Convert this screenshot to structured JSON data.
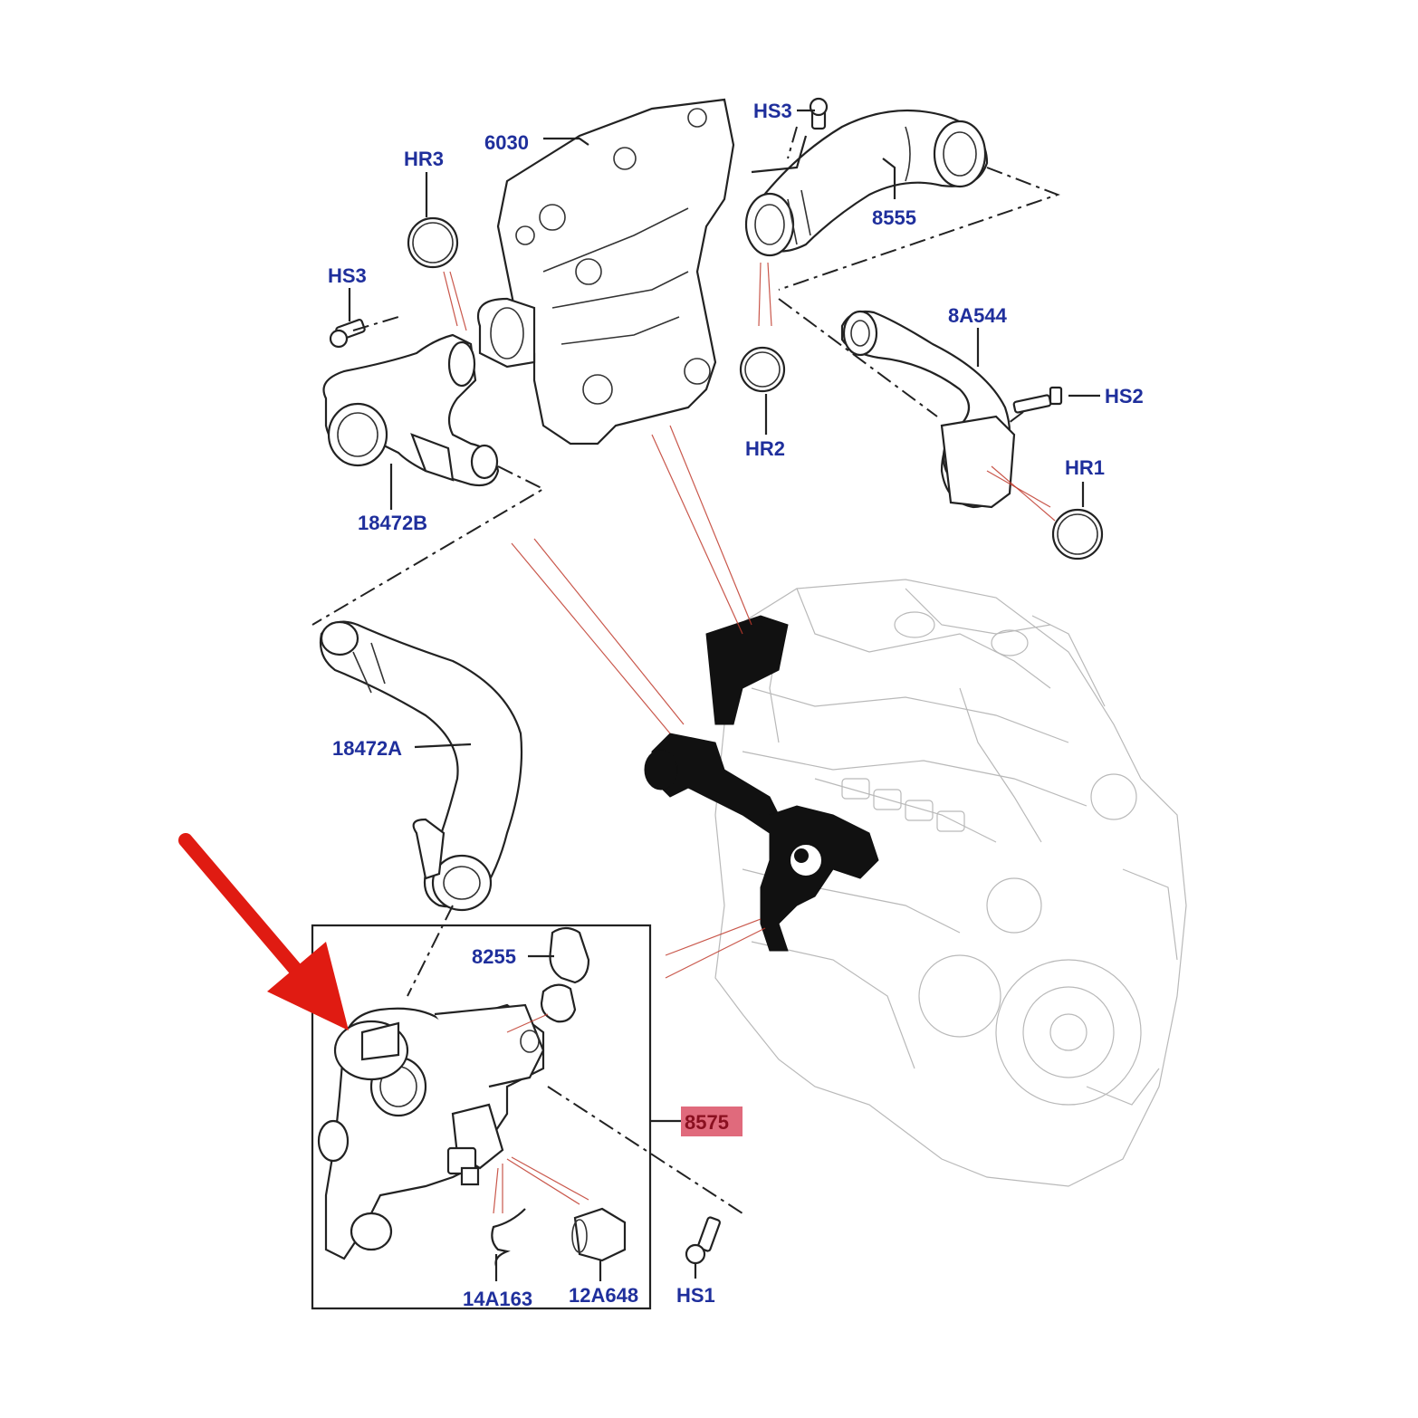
{
  "labels": {
    "6030": "6030",
    "hs3_top": "HS3",
    "hr3": "HR3",
    "hs3_left": "HS3",
    "8555": "8555",
    "8a544": "8A544",
    "hs2": "HS2",
    "hr2": "HR2",
    "hr1": "HR1",
    "18472b": "18472B",
    "18472a": "18472A",
    "8255": "8255",
    "8575": "8575",
    "14a163": "14A163",
    "12a648": "12A648",
    "hs1": "HS1"
  },
  "colors": {
    "label": "#1f2f9c",
    "highlight_fill": "#e06a7c",
    "highlight_text": "#8a1020",
    "arrow": "#e01b12",
    "lead_lines": "#c0392b"
  },
  "icons": [
    "red-arrow-icon"
  ]
}
